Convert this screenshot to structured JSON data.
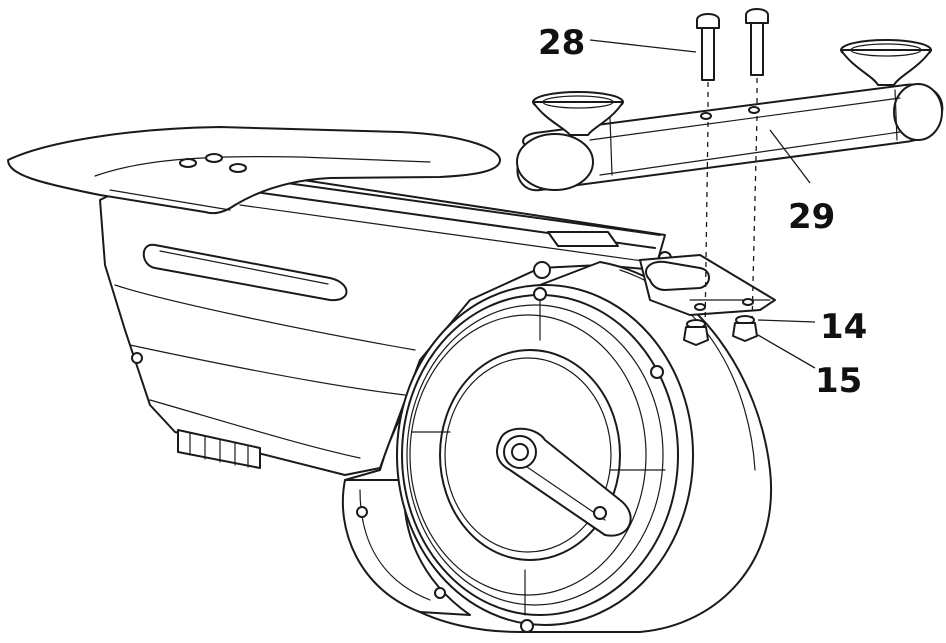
{
  "callouts": [
    {
      "id": "28",
      "text": "28"
    },
    {
      "id": "29",
      "text": "29"
    },
    {
      "id": "14",
      "text": "14"
    },
    {
      "id": "15",
      "text": "15"
    }
  ],
  "colors": {
    "line": "#1a1a1a",
    "background": "#ffffff"
  }
}
